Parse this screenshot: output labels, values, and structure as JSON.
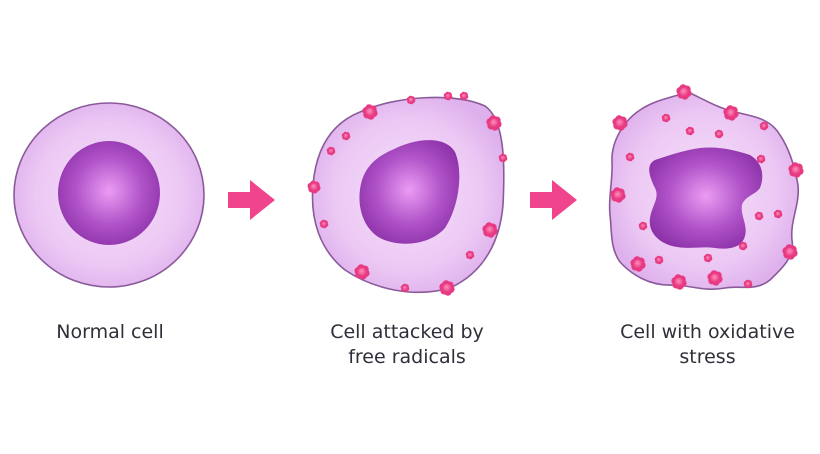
{
  "colors": {
    "membrane_fill": "#e8c2f1",
    "membrane_stroke": "#8a5a9a",
    "cytoplasm_glow": "#f4dcf8",
    "nucleus_center": "#e48ef0",
    "nucleus_edge": "#8a2fa6",
    "arrow": "#f0458c",
    "radical": "#f0458c",
    "radical_dark": "#c8286a",
    "text": "#2f2f3a"
  },
  "panels": [
    {
      "id": "normal",
      "caption_lines": [
        "Normal cell"
      ],
      "icon": "normal-cell"
    },
    {
      "id": "attacked",
      "caption_lines": [
        "Cell attacked by",
        "free radicals"
      ],
      "icon": "attacked-cell"
    },
    {
      "id": "stressed",
      "caption_lines": [
        "Cell with oxidative",
        "stress"
      ],
      "icon": "stressed-cell"
    }
  ],
  "arrows": [
    {
      "icon": "arrow-right-icon"
    },
    {
      "icon": "arrow-right-icon"
    }
  ]
}
